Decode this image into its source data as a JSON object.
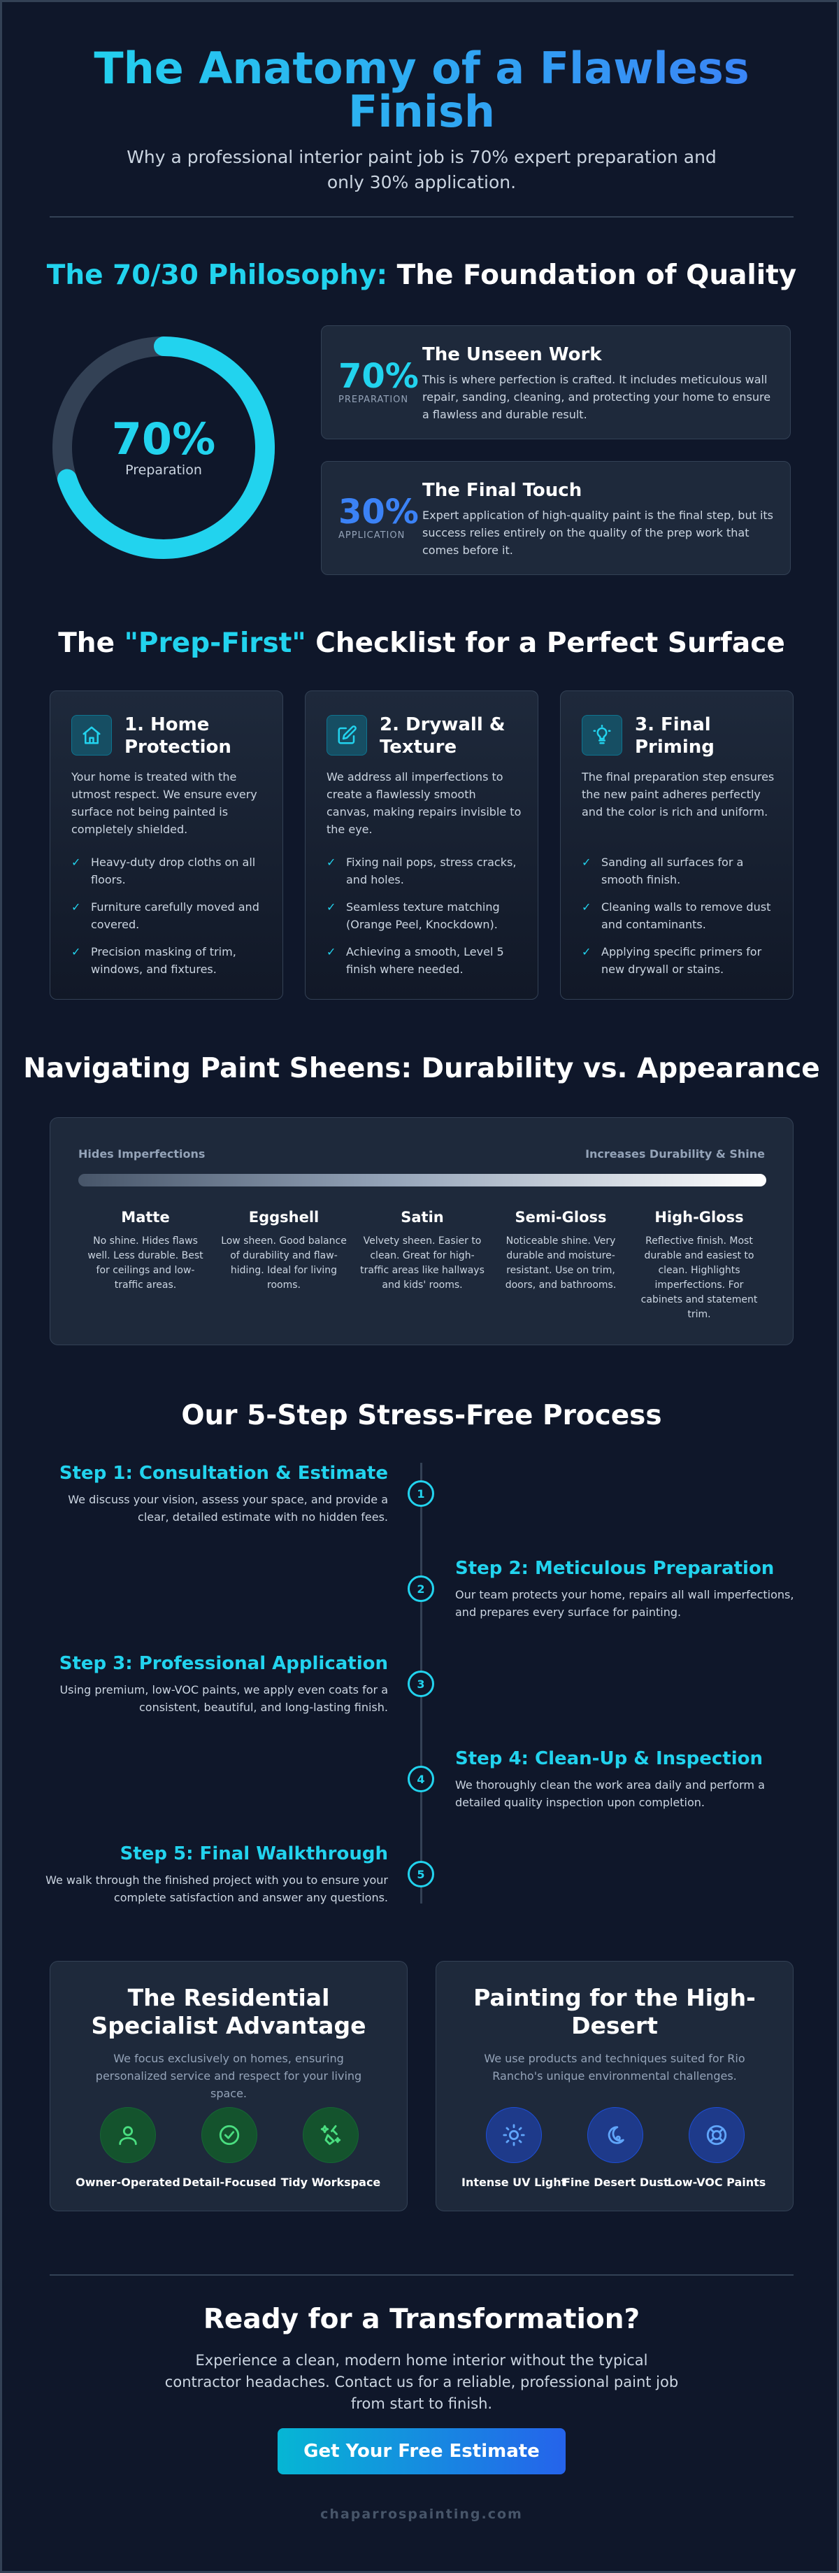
{
  "hero": {
    "title": "The Anatomy of a Flawless Finish",
    "subtitle": "Why a professional interior paint job is 70% expert preparation and only 30% application."
  },
  "philosophy": {
    "title_accent": "The 70/30 Philosophy:",
    "title_rest": " The Foundation of Quality",
    "donut": {
      "percent_label": "70%",
      "label": "Preparation",
      "fraction": 0.7,
      "track_color": "#334155",
      "fill_color": "#22d3ee"
    },
    "cards": [
      {
        "pct": "70%",
        "tag": "PREPARATION",
        "title": "The Unseen Work",
        "text": "This is where perfection is crafted. It includes meticulous wall repair, sanding, cleaning, and protecting your home to ensure a flawless and durable result."
      },
      {
        "pct": "30%",
        "tag": "APPLICATION",
        "title": "The Final Touch",
        "text": "Expert application of high-quality paint is the final step, but its success relies entirely on the quality of the prep work that comes before it."
      }
    ]
  },
  "checklist": {
    "title_pre": "The ",
    "title_accent": "\"Prep-First\"",
    "title_post": " Checklist for a Perfect Surface",
    "cards": [
      {
        "icon": "home-icon",
        "title": "1. Home Protection",
        "text": "Your home is treated with the utmost respect. We ensure every surface not being painted is completely shielded.",
        "items": [
          "Heavy-duty drop cloths on all floors.",
          "Furniture carefully moved and covered.",
          "Precision masking of trim, windows, and fixtures."
        ]
      },
      {
        "icon": "edit-icon",
        "title": "2. Drywall & Texture",
        "text": "We address all imperfections to create a flawlessly smooth canvas, making repairs invisible to the eye.",
        "items": [
          "Fixing nail pops, stress cracks, and holes.",
          "Seamless texture matching (Orange Peel, Knockdown).",
          "Achieving a smooth, Level 5 finish where needed."
        ]
      },
      {
        "icon": "lightbulb-icon",
        "title": "3. Final Priming",
        "text": "The final preparation step ensures the new paint adheres perfectly and the color is rich and uniform.",
        "items": [
          "Sanding all surfaces for a smooth finish.",
          "Cleaning walls to remove dust and contaminants.",
          "Applying specific primers for new drywall or stains."
        ]
      }
    ]
  },
  "sheens": {
    "title": "Navigating Paint Sheens: Durability vs. Appearance",
    "left_label": "Hides Imperfections",
    "right_label": "Increases Durability & Shine",
    "items": [
      {
        "name": "Matte",
        "text": "No shine. Hides flaws well. Less durable. Best for ceilings and low-traffic areas."
      },
      {
        "name": "Eggshell",
        "text": "Low sheen. Good balance of durability and flaw-hiding. Ideal for living rooms."
      },
      {
        "name": "Satin",
        "text": "Velvety sheen. Easier to clean. Great for high-traffic areas like hallways and kids' rooms."
      },
      {
        "name": "Semi-Gloss",
        "text": "Noticeable shine. Very durable and moisture-resistant. Use on trim, doors, and bathrooms."
      },
      {
        "name": "High-Gloss",
        "text": "Reflective finish. Most durable and easiest to clean. Highlights imperfections. For cabinets and statement trim."
      }
    ]
  },
  "process": {
    "title": "Our 5-Step Stress-Free Process",
    "steps": [
      {
        "num": "1",
        "title": "Step 1: Consultation & Estimate",
        "text": "We discuss your vision, assess your space, and provide a clear, detailed estimate with no hidden fees."
      },
      {
        "num": "2",
        "title": "Step 2: Meticulous Preparation",
        "text": "Our team protects your home, repairs all wall imperfections, and prepares every surface for painting."
      },
      {
        "num": "3",
        "title": "Step 3: Professional Application",
        "text": "Using premium, low-VOC paints, we apply even coats for a consistent, beautiful, and long-lasting finish."
      },
      {
        "num": "4",
        "title": "Step 4: Clean-Up & Inspection",
        "text": "We thoroughly clean the work area daily and perform a detailed quality inspection upon completion."
      },
      {
        "num": "5",
        "title": "Step 5: Final Walkthrough",
        "text": "We walk through the finished project with you to ensure your complete satisfaction and answer any questions."
      }
    ]
  },
  "advantage": {
    "residential": {
      "title": "The Residential Specialist Advantage",
      "text": "We focus exclusively on homes, ensuring personalized service and respect for your living space.",
      "items": [
        {
          "icon": "user-icon",
          "label": "Owner-Operated"
        },
        {
          "icon": "check-circle-icon",
          "label": "Detail-Focused"
        },
        {
          "icon": "broom-icon",
          "label": "Tidy Workspace"
        }
      ]
    },
    "desert": {
      "title": "Painting for the High-Desert",
      "text": "We use products and techniques suited for Rio Rancho's unique environmental challenges.",
      "items": [
        {
          "icon": "sun-icon",
          "label": "Intense UV Light"
        },
        {
          "icon": "dust-icon",
          "label": "Fine Desert Dust"
        },
        {
          "icon": "lifebuoy-icon",
          "label": "Low-VOC Paints"
        }
      ]
    }
  },
  "cta": {
    "title": "Ready for a Transformation?",
    "text": "Experience a clean, modern home interior without the typical contractor headaches. Contact us for a reliable, professional paint job from start to finish.",
    "button": "Get Your Free Estimate",
    "url": "chaparrospainting.com"
  }
}
